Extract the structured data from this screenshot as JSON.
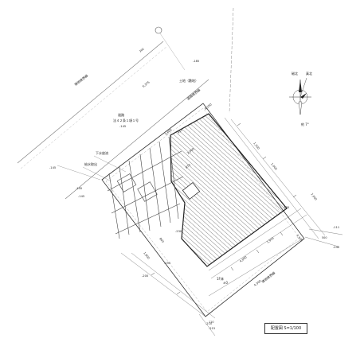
{
  "drawing": {
    "title": "配置図 S=1/100",
    "road_label": "道路",
    "road_type": "法４２条１項１号",
    "lot_label": "土地（敷地）",
    "drain_label": "下水放流",
    "water_label": "給水取出",
    "boundary_label": "隣地境界線",
    "boundary_label_2": "道路境界線",
    "setback_label": "隣地境界線",
    "north_label": "磁北",
    "true_north_label": "真北",
    "angle_label": "約 7°",
    "fl_label": "1F床",
    "gl_label": "±0",
    "level_labels": [
      "-185",
      "-145",
      "-145",
      "-145",
      "-145",
      "-230",
      "-240",
      "-195",
      "-200",
      "-180",
      "-111",
      "-210",
      "-215"
    ],
    "dimension_labels": [
      "6,375",
      "4,000",
      "1,915",
      "4,500",
      "5,975",
      "1,500",
      "1,000",
      "7,000",
      "2,000",
      "3,600",
      "800",
      "1,600",
      "8,250",
      "870",
      "910"
    ],
    "misc_labels": [
      "300",
      "110",
      "500"
    ]
  }
}
